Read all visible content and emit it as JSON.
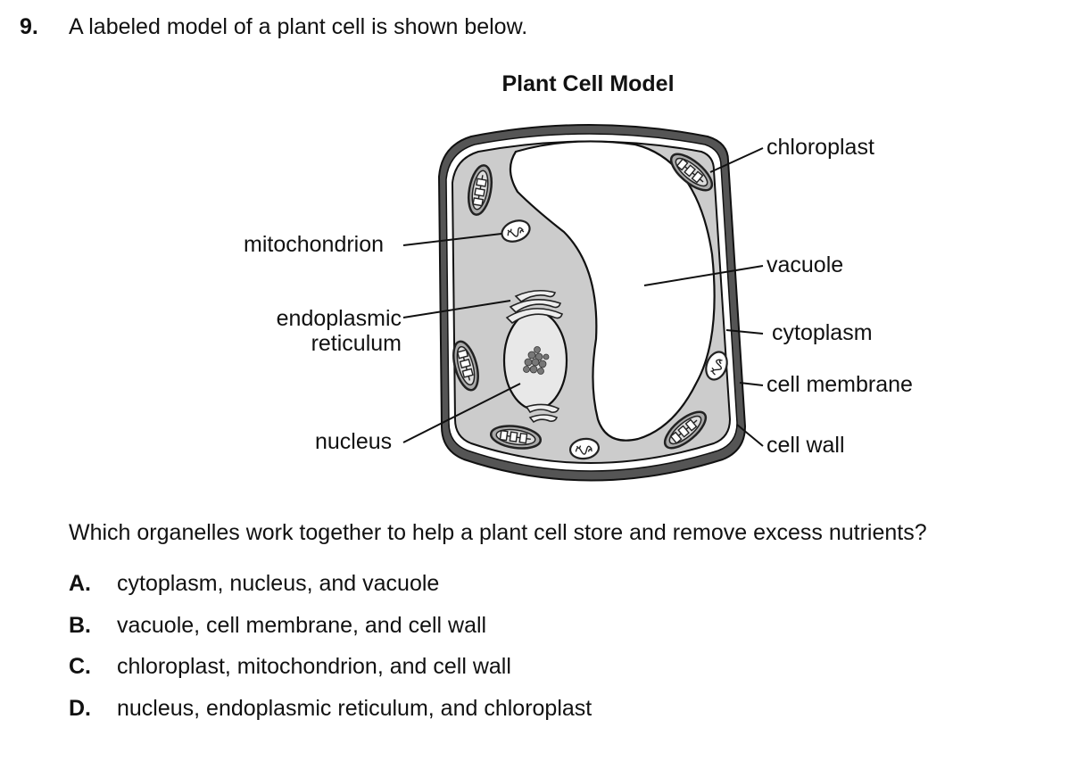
{
  "question": {
    "number": "9.",
    "stem": "A labeled model of a plant cell is shown below.",
    "prompt": "Which organelles work together to help a plant cell store and remove excess nutrients?"
  },
  "figure": {
    "title": "Plant Cell Model",
    "labels": {
      "chloroplast": "chloroplast",
      "mitochondrion": "mitochondrion",
      "vacuole": "vacuole",
      "endoplasmic_reticulum": "endoplasmic reticulum",
      "endoplasmic_line1": "endoplasmic",
      "endoplasmic_line2": "reticulum",
      "cytoplasm": "cytoplasm",
      "cell_membrane": "cell membrane",
      "nucleus": "nucleus",
      "cell_wall": "cell wall"
    }
  },
  "choices": [
    {
      "letter": "A.",
      "text": "cytoplasm, nucleus, and vacuole"
    },
    {
      "letter": "B.",
      "text": "vacuole, cell membrane, and cell wall"
    },
    {
      "letter": "C.",
      "text": "chloroplast, mitochondrion, and cell wall"
    },
    {
      "letter": "D.",
      "text": "nucleus, endoplasmic reticulum, and chloroplast"
    }
  ]
}
